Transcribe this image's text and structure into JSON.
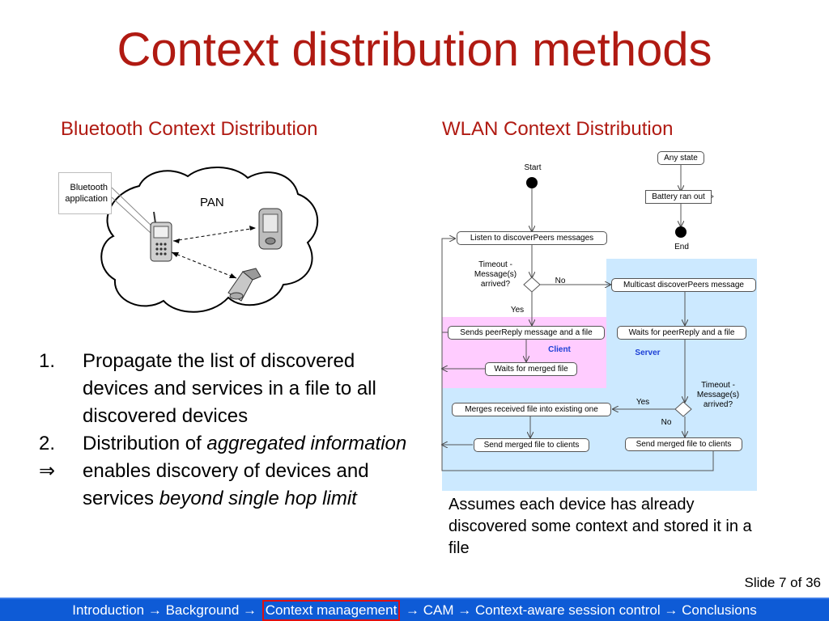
{
  "title": "Context distribution methods",
  "bluetooth": {
    "subtitle": "Bluetooth Context Distribution",
    "app_label": "Bluetooth application",
    "pan_label": "PAN"
  },
  "wlan": {
    "subtitle": "WLAN Context Distribution",
    "flow": {
      "any_state": "Any state",
      "battery": "Battery ran out",
      "end": "End",
      "start": "Start",
      "listen": "Listen to discoverPeers messages",
      "timeout_client": "Timeout - Message(s) arrived?",
      "no_client": "No",
      "yes_client": "Yes",
      "multicast": "Multicast discoverPeers message",
      "sends_reply": "Sends peerReply message and a file",
      "waits_reply": "Waits for peerReply and a file",
      "client_lane": "Client",
      "server_lane": "Server",
      "waits_merged": "Waits for merged file",
      "timeout_server": "Timeout - Message(s) arrived?",
      "yes_server": "Yes",
      "no_server": "No",
      "merges": "Merges received file into existing one",
      "send_merged_left": "Send merged file to clients",
      "send_merged_right": "Send merged file to clients",
      "colors": {
        "client_lane": "#ffccff",
        "server_lane": "#cce9ff",
        "lane_text": "#1d3fd6"
      }
    },
    "note": "Assumes each device has already discovered some context and stored it in a file"
  },
  "bullets": [
    {
      "num": "1.",
      "text": "Propagate the list of discovered devices and services in a file to all discovered devices"
    },
    {
      "num": "2.",
      "text": "Distribution of ",
      "italic": "aggregated information"
    }
  ],
  "implies": {
    "symbol": "⇒",
    "text": "enables discovery of devices and services ",
    "italic": "beyond single hop limit"
  },
  "slide_number": "Slide 7 of 36",
  "nav": {
    "before": "Introduction → Background → ",
    "current": "Context management",
    "after": " → CAM → Context-aware session control → Conclusions"
  },
  "icons": [
    "cloud-shape",
    "mobile-phone-icon",
    "pda-icon",
    "flip-phone-icon"
  ],
  "colors": {
    "title": "#b01a12",
    "nav_bg": "#0e5bd6",
    "nav_highlight": "#e01010"
  }
}
